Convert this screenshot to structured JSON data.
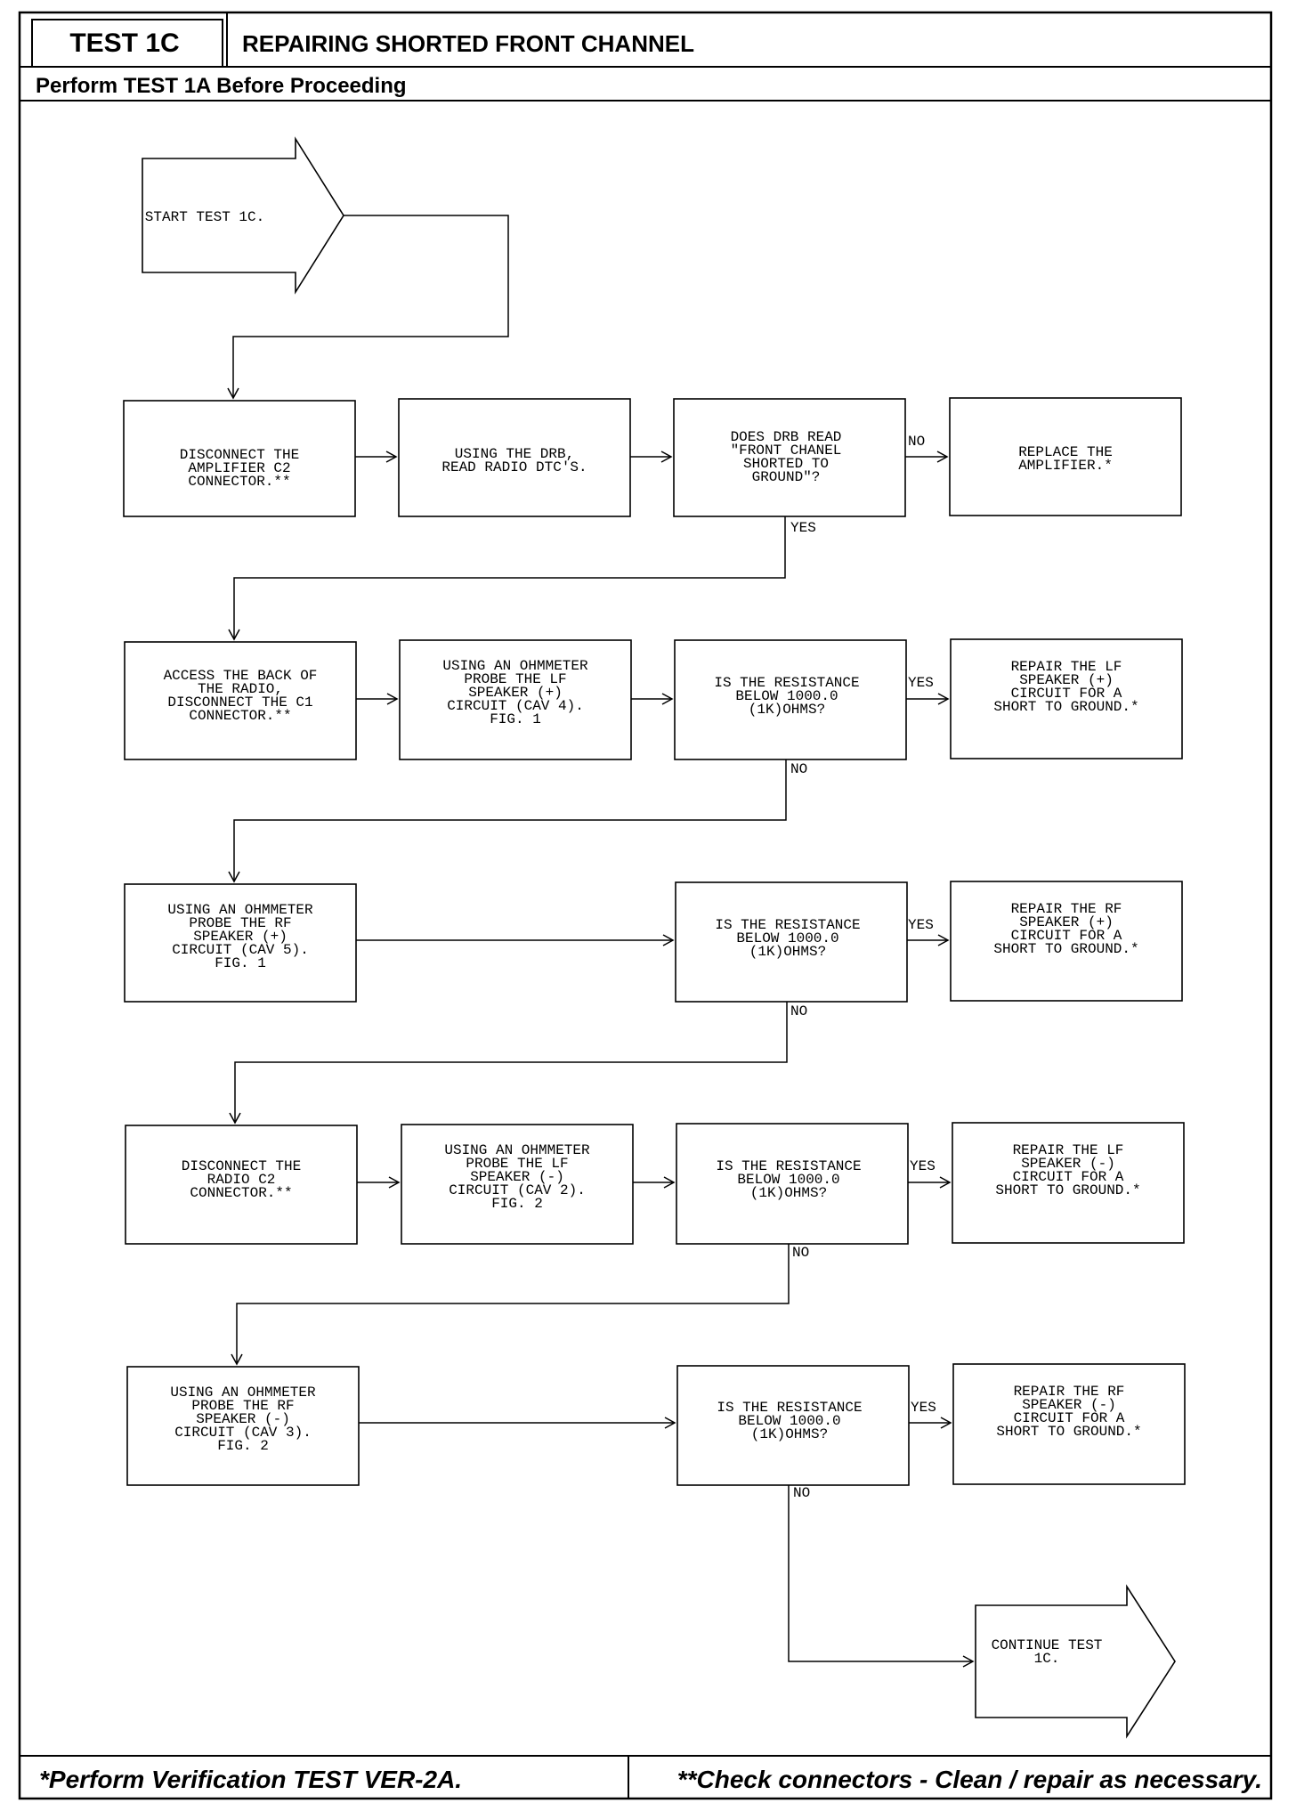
{
  "header": {
    "test_id": "TEST 1C",
    "title": "REPAIRING SHORTED FRONT CHANNEL",
    "prerequisite": "Perform TEST 1A Before Proceeding"
  },
  "footer": {
    "left_note": "*Perform Verification TEST VER-2A.",
    "right_note": "**Check connectors - Clean / repair as necessary."
  },
  "flow": {
    "start": [
      "START TEST 1C."
    ],
    "row1": {
      "b1": [
        "DISCONNECT THE",
        "AMPLIFIER C2",
        "CONNECTOR.**"
      ],
      "b2": [
        "USING THE DRB,",
        "READ RADIO DTC'S."
      ],
      "q": [
        "DOES DRB READ",
        "\"FRONT CHANEL",
        "SHORTED TO",
        "GROUND\"?"
      ],
      "r": [
        "REPLACE THE",
        "AMPLIFIER.*"
      ],
      "side_label": "NO",
      "down_label": "YES"
    },
    "row2": {
      "b1": [
        "ACCESS THE BACK OF",
        "THE RADIO,",
        "DISCONNECT THE C1",
        "CONNECTOR.**"
      ],
      "b2": [
        "USING AN OHMMETER",
        "PROBE THE LF",
        "SPEAKER (+)",
        "CIRCUIT (CAV 4).",
        "FIG. 1"
      ],
      "q": [
        "IS THE RESISTANCE",
        "BELOW 1000.0",
        "(1K)OHMS?"
      ],
      "r": [
        "REPAIR THE LF",
        "SPEAKER (+)",
        "CIRCUIT FOR A",
        "SHORT TO GROUND.*"
      ],
      "side_label": "YES",
      "down_label": "NO"
    },
    "row3": {
      "b1": [
        "USING AN OHMMETER",
        "PROBE THE RF",
        "SPEAKER (+)",
        "CIRCUIT (CAV 5).",
        "FIG. 1"
      ],
      "q": [
        "IS THE RESISTANCE",
        "BELOW 1000.0",
        "(1K)OHMS?"
      ],
      "r": [
        "REPAIR THE RF",
        "SPEAKER (+)",
        "CIRCUIT FOR A",
        "SHORT TO GROUND.*"
      ],
      "side_label": "YES",
      "down_label": "NO"
    },
    "row4": {
      "b1": [
        "DISCONNECT THE",
        "RADIO C2",
        "CONNECTOR.**"
      ],
      "b2": [
        "USING AN OHMMETER",
        "PROBE THE LF",
        "SPEAKER (-)",
        "CIRCUIT (CAV 2).",
        "FIG. 2"
      ],
      "q": [
        "IS THE RESISTANCE",
        "BELOW 1000.0",
        "(1K)OHMS?"
      ],
      "r": [
        "REPAIR THE LF",
        "SPEAKER (-)",
        "CIRCUIT FOR A",
        "SHORT TO GROUND.*"
      ],
      "side_label": "YES",
      "down_label": "NO"
    },
    "row5": {
      "b1": [
        "USING AN OHMMETER",
        "PROBE THE RF",
        "SPEAKER (-)",
        "CIRCUIT (CAV 3).",
        "FIG. 2"
      ],
      "q": [
        "IS THE RESISTANCE",
        "BELOW 1000.0",
        "(1K)OHMS?"
      ],
      "r": [
        "REPAIR THE RF",
        "SPEAKER (-)",
        "CIRCUIT FOR A",
        "SHORT TO GROUND.*"
      ],
      "side_label": "YES",
      "down_label": "NO"
    },
    "end": [
      "CONTINUE TEST",
      "1C."
    ]
  }
}
